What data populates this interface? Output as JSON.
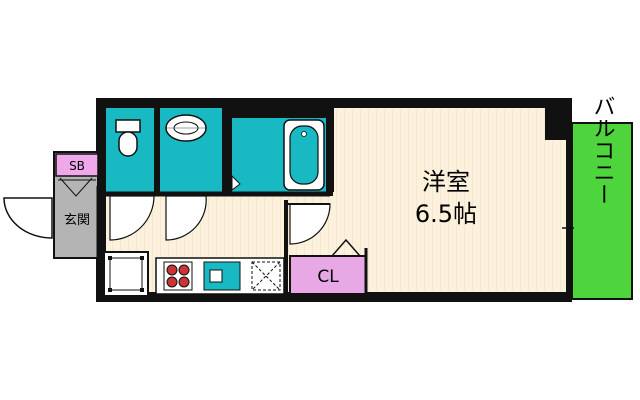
{
  "rooms": {
    "western_room": {
      "name": "洋室",
      "size": "6.5帖"
    },
    "balcony": {
      "label": "バルコニー"
    },
    "closet": {
      "label": "CL"
    },
    "shoe_box": {
      "label": "SB"
    },
    "entrance": {
      "label": "玄関"
    }
  },
  "colors": {
    "wall": "#111111",
    "wet_area": "#19b9c4",
    "western_room": "#fbf1dc",
    "corridor": "#fbf1dc",
    "balcony": "#4ed43c",
    "closet": "#e8a8e6",
    "shoe_box": "#f0a8ea",
    "entrance": "#b4b4b4"
  }
}
